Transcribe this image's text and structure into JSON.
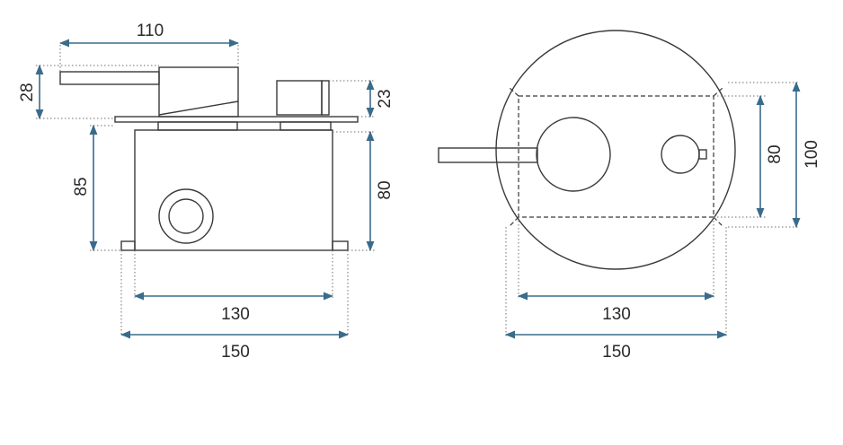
{
  "side_view": {
    "dims": {
      "width_top": "110",
      "height_left_top": "28",
      "height_right_top": "23",
      "height_left_body": "85",
      "height_right_body": "80",
      "width_inner": "130",
      "width_outer": "150"
    }
  },
  "front_view": {
    "dims": {
      "height_inner": "80",
      "height_outer": "100",
      "width_inner": "130",
      "width_outer": "150"
    }
  },
  "colors": {
    "dimension_arrow": "#3a6b8a",
    "outline": "#3a3a3a"
  }
}
